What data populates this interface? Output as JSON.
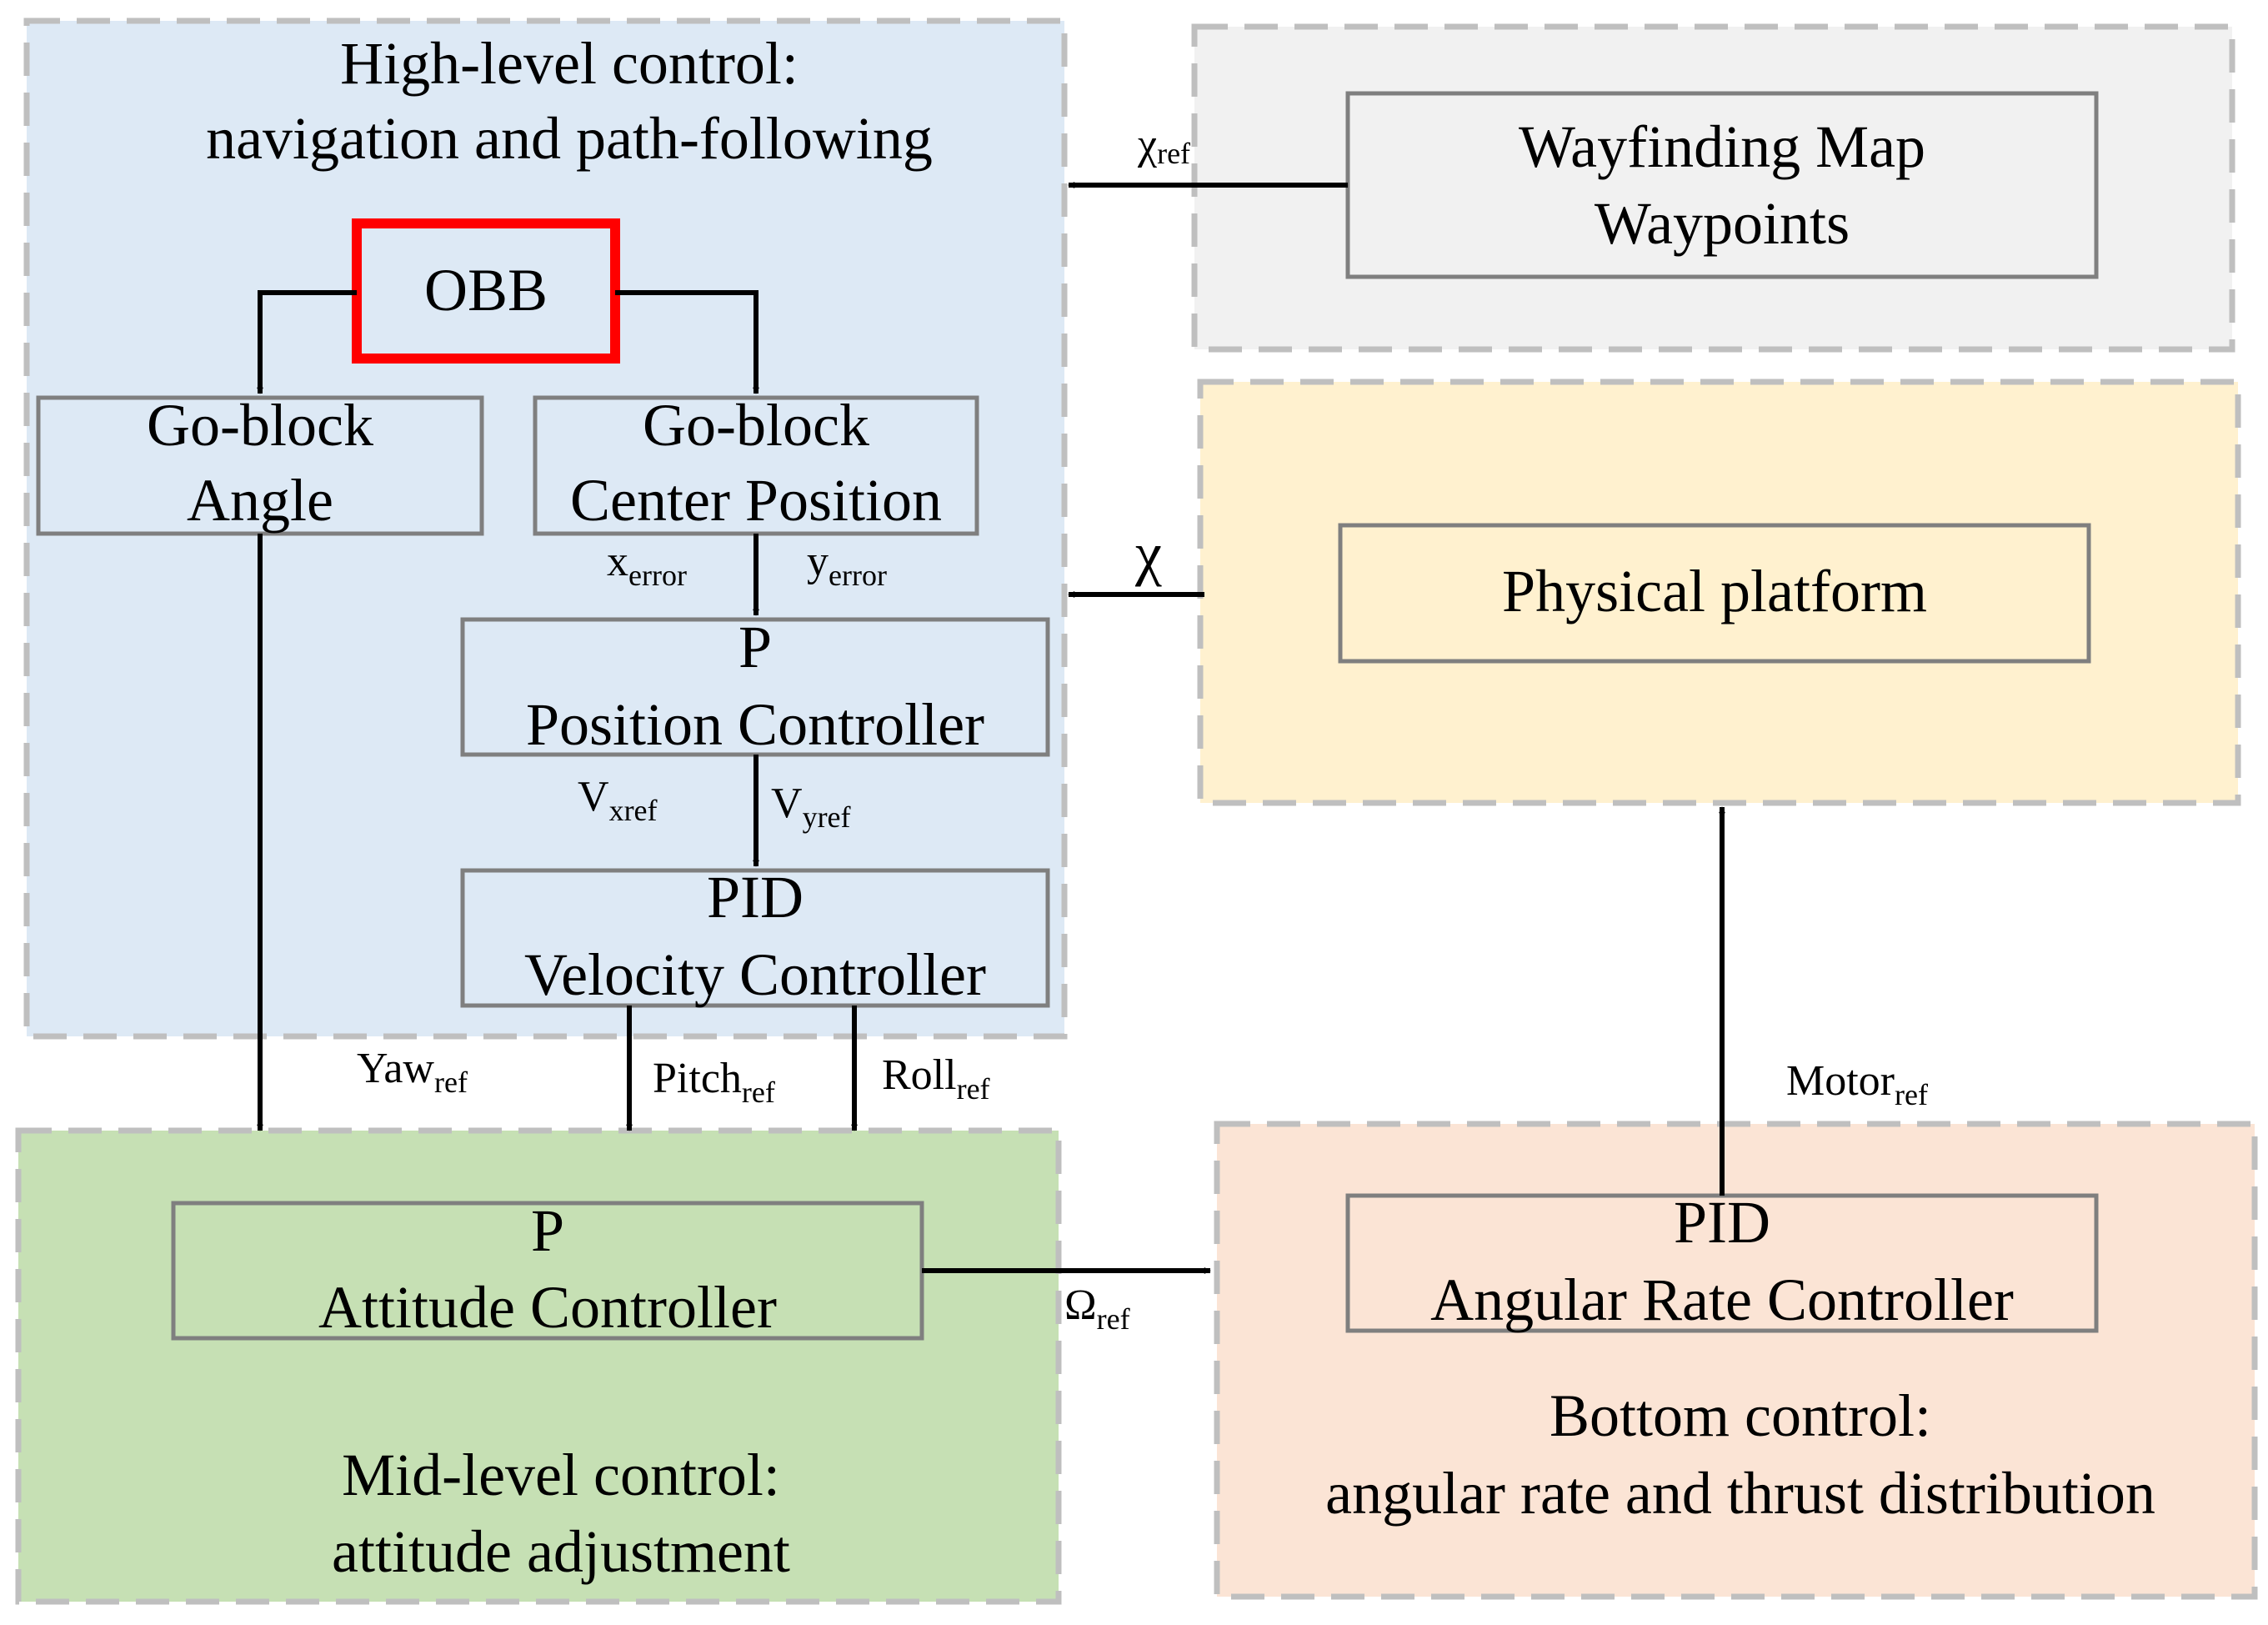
{
  "colors": {
    "high": "#dde9f5",
    "top_right": "#f1f1f1",
    "physical": "#fff1cf",
    "mid": "#c6e0b4",
    "bottom": "#fbe4d5",
    "obb_border": "#ff0000",
    "region_border": "#bfbfbf",
    "box_border": "#7f7f7f"
  },
  "regions": {
    "high": {
      "title_line1": "High-level control:",
      "title_line2": "navigation and path-following"
    },
    "mid": {
      "title_line1": "Mid-level control:",
      "title_line2": "attitude adjustment"
    },
    "bottom": {
      "title_line1": "Bottom control:",
      "title_line2": "angular rate and thrust distribution"
    }
  },
  "blocks": {
    "obb": "OBB",
    "goblock_angle": {
      "line1": "Go-block",
      "line2": "Angle"
    },
    "goblock_center": {
      "line1": "Go-block",
      "line2": "Center Position"
    },
    "position_ctrl": {
      "line1": "P",
      "line2": "Position Controller"
    },
    "velocity_ctrl": {
      "line1": "PID",
      "line2": "Velocity Controller"
    },
    "wayfinding": {
      "line1": "Wayfinding Map",
      "line2": "Waypoints"
    },
    "physical": "Physical platform",
    "attitude_ctrl": {
      "line1": "P",
      "line2": "Attitude Controller"
    },
    "angular_ctrl": {
      "line1": "PID",
      "line2": "Angular Rate Controller"
    }
  },
  "signals": {
    "chi_ref": {
      "base": "χ",
      "sub": "ref"
    },
    "chi": "χ",
    "x_error": {
      "base": "x",
      "sub": "error"
    },
    "y_error": {
      "base": "y",
      "sub": "error"
    },
    "v_xref": {
      "base": "V",
      "sub": "xref"
    },
    "v_yref": {
      "base": "V",
      "sub": "yref"
    },
    "yaw_ref": {
      "base": "Yaw",
      "sub": "ref"
    },
    "pitch_ref": {
      "base": "Pitch",
      "sub": "ref"
    },
    "roll_ref": {
      "base": "Roll",
      "sub": "ref"
    },
    "omega_ref": {
      "base": "Ω",
      "sub": "ref"
    },
    "motor_ref": {
      "base": "Motor",
      "sub": "ref"
    }
  }
}
